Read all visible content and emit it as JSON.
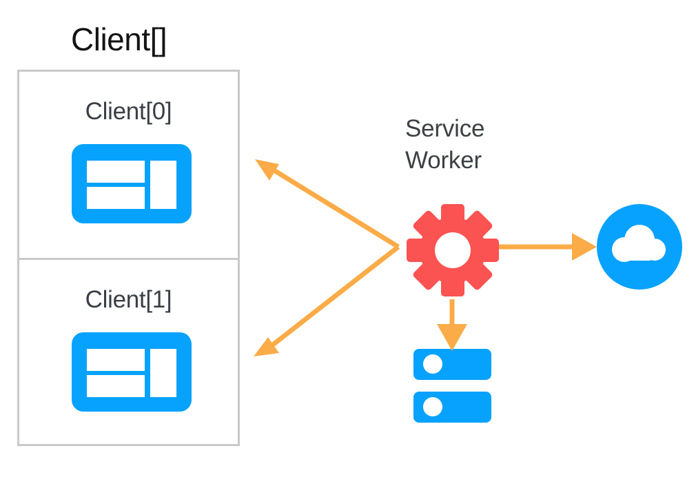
{
  "diagram": {
    "title": "Client[] / Service Worker architecture",
    "background_color": "#ffffff"
  },
  "colors": {
    "blue": "#07a2fd",
    "red": "#fb5252",
    "orange": "#fbab47",
    "border_gray": "#c9c9c9",
    "title_text": "#141414",
    "label_text": "#3a3f44",
    "sw_text": "#3c4043",
    "white": "#ffffff"
  },
  "clients": {
    "group_title": "Client[]",
    "items": [
      {
        "label": "Client[0]",
        "icon": "browser-window-icon"
      },
      {
        "label": "Client[1]",
        "icon": "browser-window-icon"
      }
    ]
  },
  "service_worker": {
    "label_line1": "Service",
    "label_line2": "Worker",
    "icon": "gear-icon"
  },
  "network": {
    "icon": "cloud-icon",
    "description": "Network / cloud"
  },
  "storage": {
    "icon": "database-icon",
    "description": "Cache storage / database"
  },
  "arrows": [
    {
      "name": "sw-to-client-0",
      "from": "service-worker",
      "to": "client-0",
      "direction": "to-client",
      "color": "#fbab47"
    },
    {
      "name": "sw-to-client-1",
      "from": "service-worker",
      "to": "client-1",
      "direction": "to-client",
      "color": "#fbab47"
    },
    {
      "name": "sw-to-network",
      "from": "service-worker",
      "to": "network",
      "direction": "right",
      "color": "#fbab47"
    },
    {
      "name": "sw-to-storage",
      "from": "service-worker",
      "to": "storage",
      "direction": "down",
      "color": "#fbab47"
    }
  ]
}
